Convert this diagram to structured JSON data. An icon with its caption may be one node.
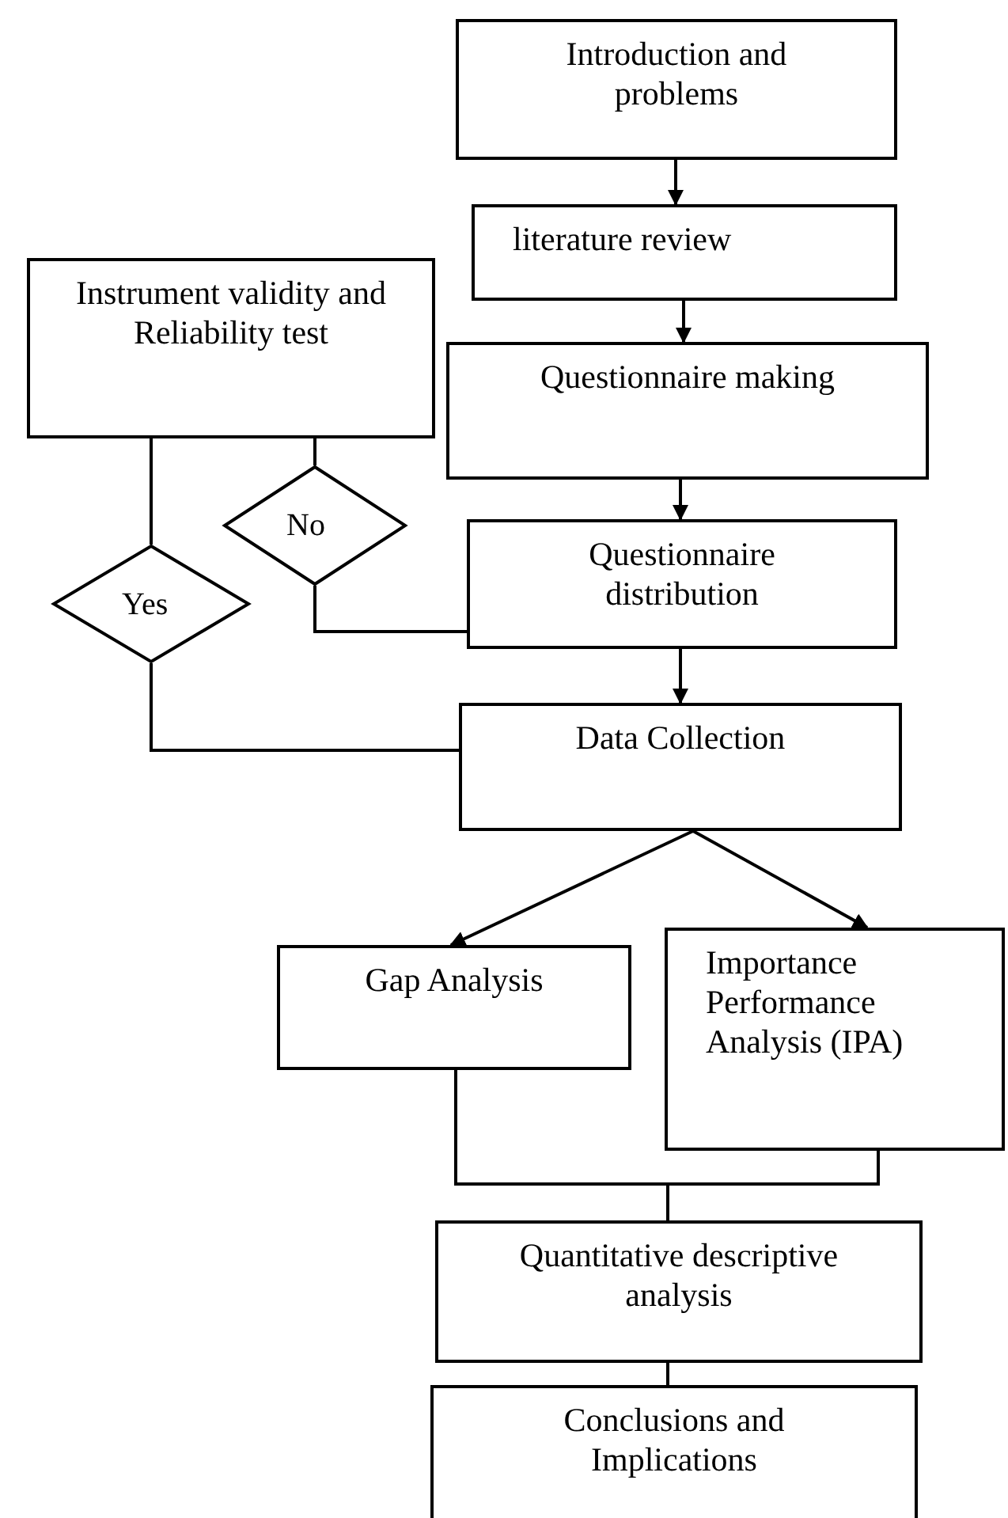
{
  "diagram": {
    "nodes": [
      {
        "text": [
          "Introduction and problems"
        ]
      },
      {
        "text": [
          "literature review"
        ]
      },
      {
        "text": [
          "Questionnaire making"
        ]
      },
      {
        "text": [
          "Instrument validity and Reliability test"
        ]
      },
      {
        "text": [
          "No"
        ]
      },
      {
        "text": [
          "Yes"
        ]
      },
      {
        "text": [
          "Questionnaire distribution"
        ]
      },
      {
        "text": [
          "Data Collection"
        ]
      },
      {
        "text": [
          "Gap Analysis"
        ]
      },
      {
        "text": [
          "Importance Performance Analysis (IPA)"
        ]
      },
      {
        "text": [
          "Quantitative descriptive analysis"
        ]
      },
      {
        "text": [
          "Conclusions and Implications"
        ]
      }
    ],
    "edges": [
      {
        "from": 0,
        "to": 1,
        "arrow": "to"
      },
      {
        "from": 1,
        "to": 2,
        "arrow": "to"
      },
      {
        "from": 2,
        "to": 6,
        "arrow": "to"
      },
      {
        "from": 6,
        "to": 7,
        "arrow": "to"
      },
      {
        "from": 7,
        "to": 8,
        "arrow": "to"
      },
      {
        "from": 7,
        "to": 9,
        "arrow": "to"
      },
      {
        "from": 3,
        "to": 4,
        "arrow": "none"
      },
      {
        "from": 4,
        "to": 6,
        "arrow": "none"
      },
      {
        "from": 3,
        "to": 5,
        "arrow": "none"
      },
      {
        "from": 5,
        "to": 7,
        "arrow": "none"
      },
      {
        "from": 8,
        "to": 10,
        "arrow": "none"
      },
      {
        "from": 9,
        "to": 10,
        "arrow": "none"
      },
      {
        "from": 10,
        "to": 11,
        "arrow": "none"
      }
    ]
  }
}
